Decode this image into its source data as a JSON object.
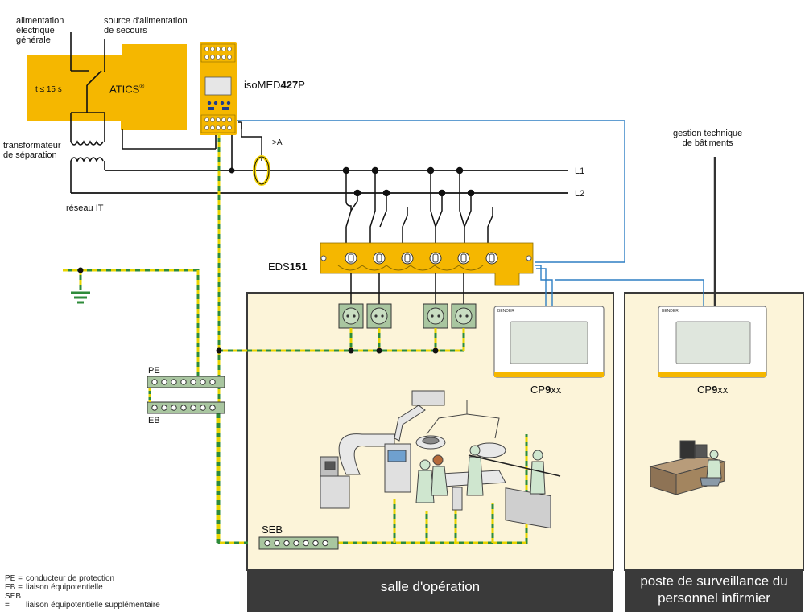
{
  "labels": {
    "main_power": [
      "alimentation",
      "électrique",
      "générale"
    ],
    "backup_power": [
      "source d'alimentation",
      "de secours"
    ],
    "atics_timer": "t ≤ 15 s",
    "atics_name": "ATICS",
    "atics_sup": "®",
    "isomed_prefix": "isoMED",
    "isomed_num": "427",
    "isomed_suffix": "P",
    "transformer": [
      "transformateur",
      "de séparation"
    ],
    "it_network": "réseau IT",
    "current_symbol": ">A",
    "line1": "L1",
    "line2": "L2",
    "eds_prefix": "EDS",
    "eds_num": "151",
    "cp_prefix": "CP",
    "cp_num": "9",
    "cp_suffix": "xx",
    "bms": [
      "gestion technique",
      "de bâtiments"
    ],
    "pe": "PE",
    "eb": "EB",
    "seb": "SEB",
    "panel_brand": "BENDER"
  },
  "footers": {
    "operating_room": "salle d'opération",
    "nurse_station": [
      "poste de surveillance du",
      "personnel infirmier"
    ]
  },
  "legend": [
    {
      "abbr": "PE =",
      "text": "conducteur de protection"
    },
    {
      "abbr": "EB =",
      "text": "liaison équipotentielle"
    },
    {
      "abbr": "SEB =",
      "text": "liaison équipotentielle supplémentaire"
    }
  ],
  "colors": {
    "yellow": "#F5B700",
    "room_bg": "#FCF4D9",
    "dark": "#3A3A3A",
    "blue_wire": "#2E7FC4",
    "socket_green": "#A9C6A0",
    "ground_green": "#2E8B3A",
    "ground_yellow": "#E8D400"
  }
}
